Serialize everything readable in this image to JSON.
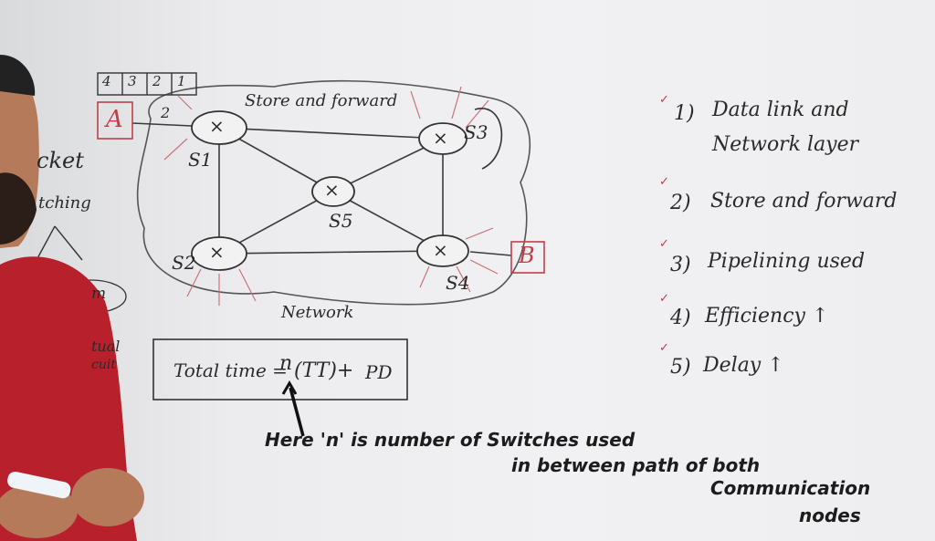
{
  "packets": [
    "4",
    "3",
    "2",
    "1"
  ],
  "host_a": "A",
  "host_b": "B",
  "hop_number": "2",
  "switches": {
    "s1": "S1",
    "s2": "S2",
    "s3": "S3",
    "s4": "S4",
    "s5": "S5"
  },
  "switch_mark": "×",
  "label_store_forward": "Store and forward",
  "label_network": "Network",
  "left_fragments": {
    "packet": "cket",
    "switching": "tching",
    "m": "m",
    "virtual": "tual",
    "circuit": "cuit"
  },
  "formula": {
    "prefix": "Total time =",
    "n": "n",
    "tt": "(TT)+",
    "pd": "PD"
  },
  "note": {
    "line1": "Here 'n' is number of Switches used",
    "line2": "in between path of both",
    "line3": "Communication",
    "line4": "nodes"
  },
  "points": [
    {
      "num": "1)",
      "text": "Data link and"
    },
    {
      "num": "",
      "text": "Network layer"
    },
    {
      "num": "2)",
      "text": "Store and forward"
    },
    {
      "num": "3)",
      "text": "Pipelining used"
    },
    {
      "num": "4)",
      "text": "Efficiency ↑"
    },
    {
      "num": "5)",
      "text": "Delay ↑"
    }
  ],
  "colors": {
    "ink": "#2a2a2a",
    "red_ink": "#c0404a",
    "shirt": "#b8202c",
    "skin": "#b47a5a"
  }
}
